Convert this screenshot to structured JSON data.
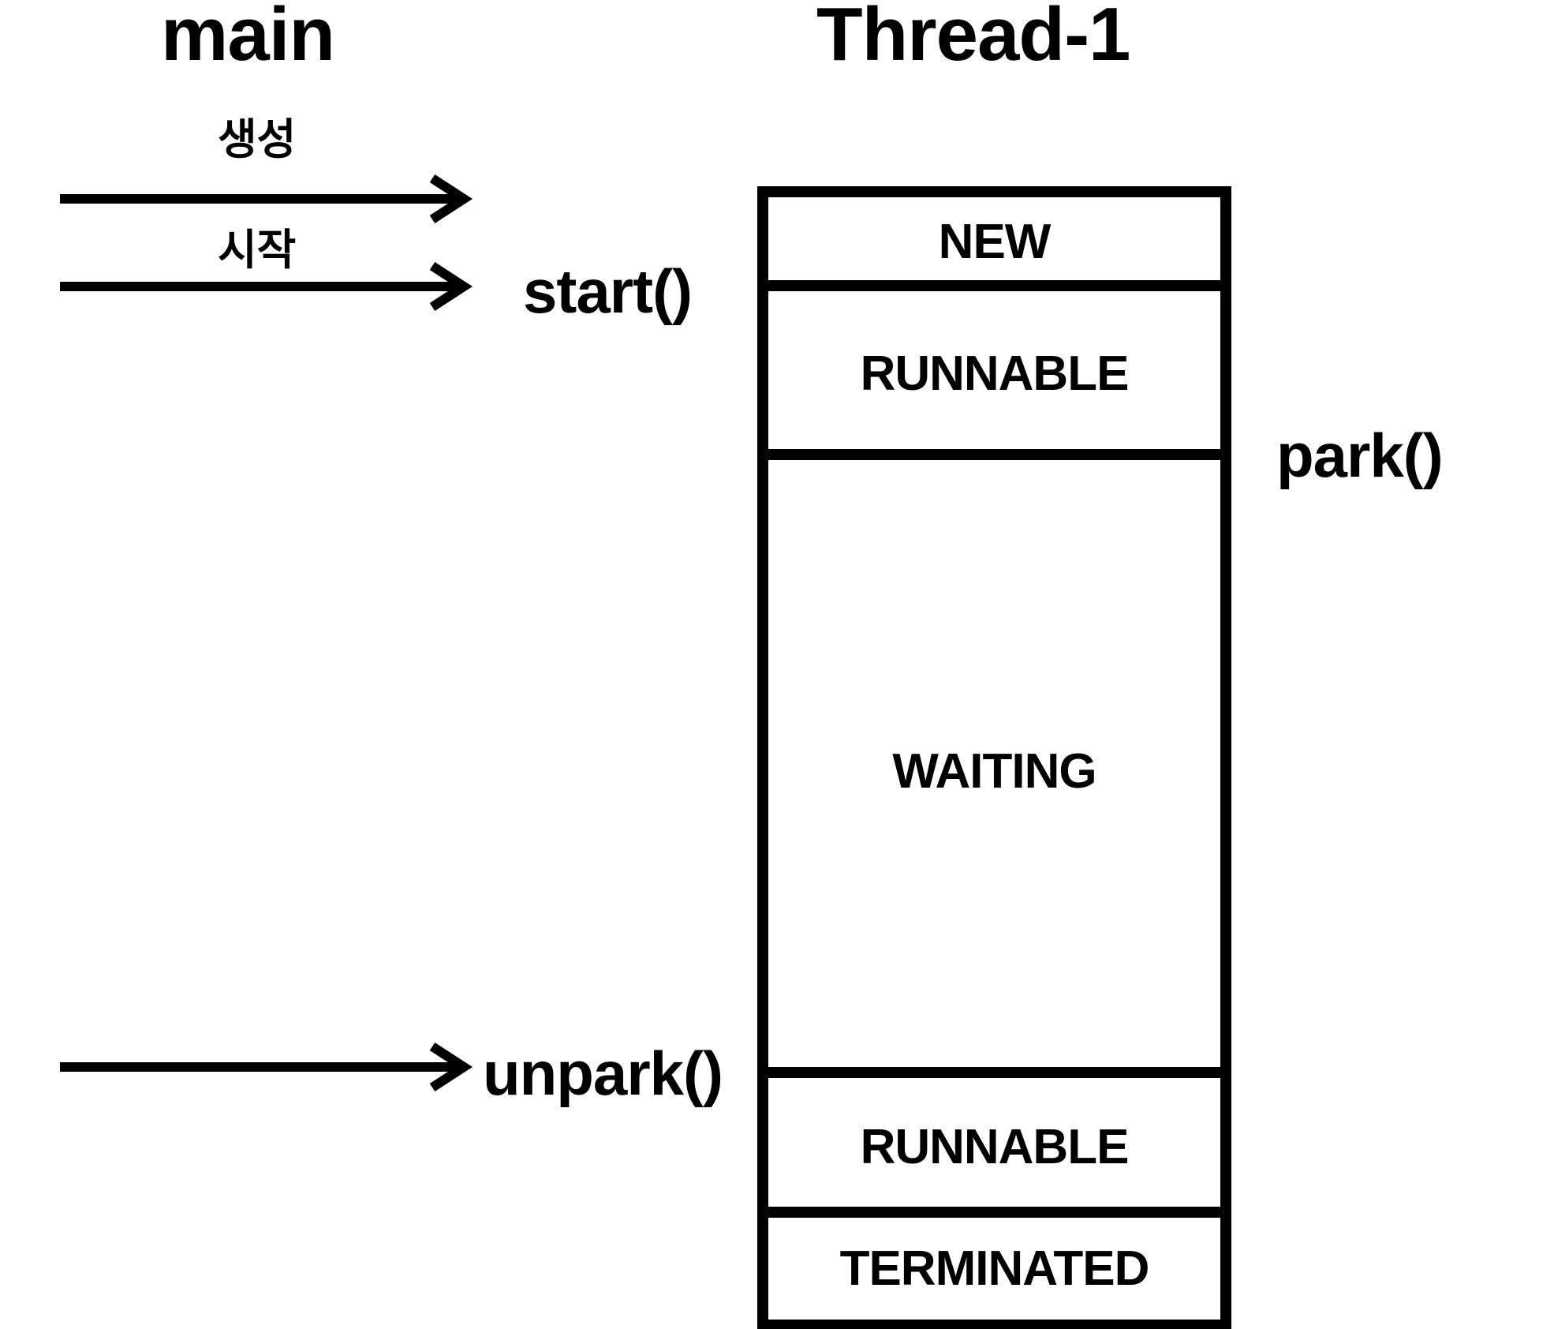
{
  "lanes": {
    "main": "main",
    "thread": "Thread-1"
  },
  "main_actions": {
    "create": "생성",
    "start": "시작"
  },
  "methods": {
    "start": "start()",
    "park": "park()",
    "unpark": "unpark()"
  },
  "states": [
    {
      "id": "new",
      "label": "NEW"
    },
    {
      "id": "runnable-1",
      "label": "RUNNABLE"
    },
    {
      "id": "waiting",
      "label": "WAITING"
    },
    {
      "id": "runnable-2",
      "label": "RUNNABLE"
    },
    {
      "id": "terminated",
      "label": "TERMINATED"
    }
  ],
  "colors": {
    "stroke": "#000000",
    "background": "#ffffff"
  }
}
